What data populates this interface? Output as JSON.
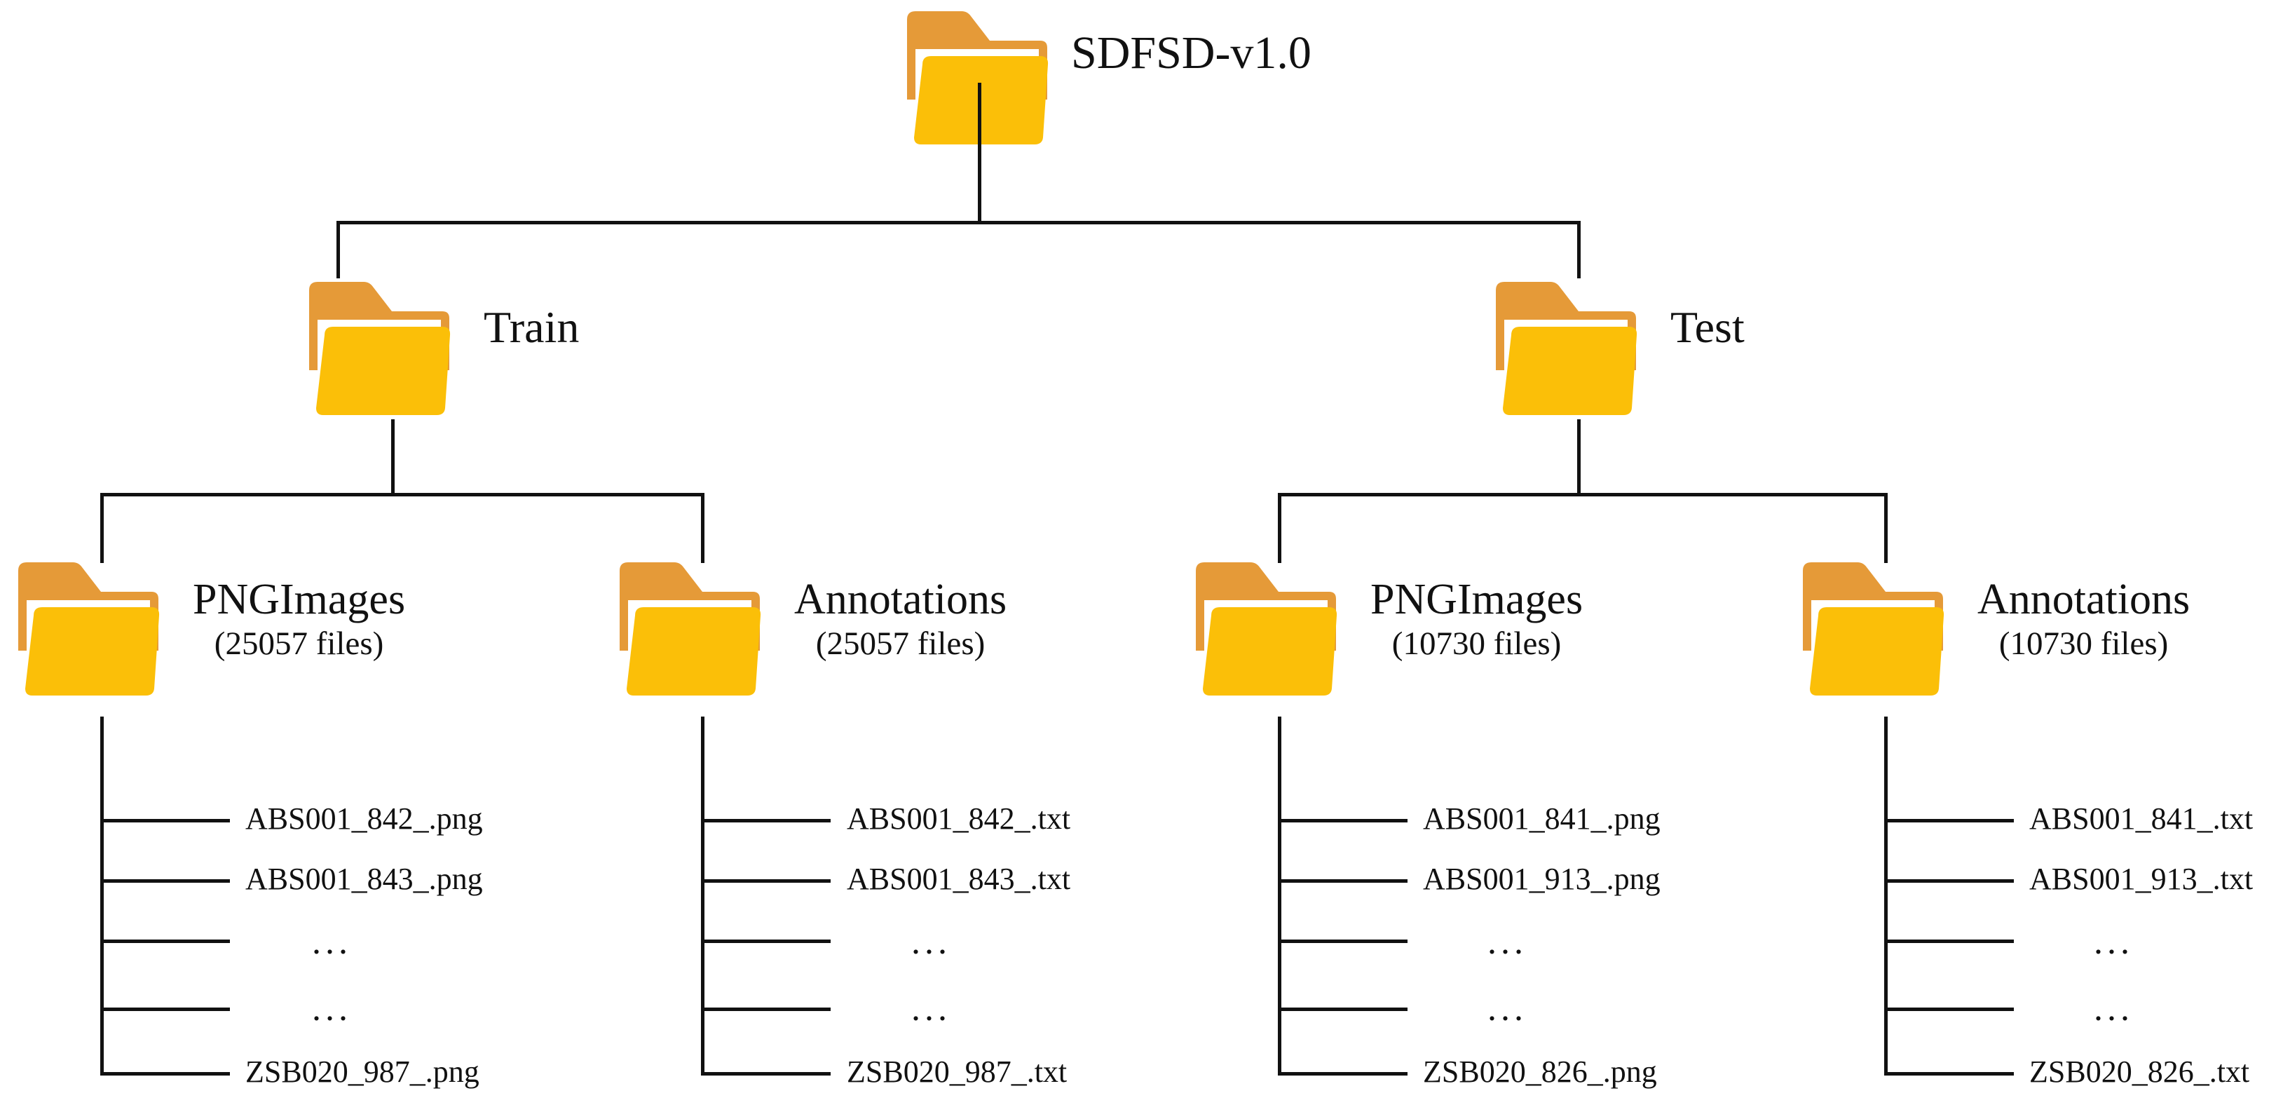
{
  "diagram": {
    "type": "directory-tree",
    "root": {
      "label": "SDFSD-v1.0",
      "icon": "folder-icon"
    },
    "splits": [
      {
        "label": "Train",
        "icon": "folder-icon",
        "children": [
          {
            "label": "PNGImages",
            "count": "(25057 files)",
            "icon": "folder-icon",
            "files": [
              "ABS001_842_.png",
              "ABS001_843_.png",
              "...",
              "...",
              "ZSB020_987_.png"
            ]
          },
          {
            "label": "Annotations",
            "count": "(25057 files)",
            "icon": "folder-icon",
            "files": [
              "ABS001_842_.txt",
              "ABS001_843_.txt",
              "...",
              "...",
              "ZSB020_987_.txt"
            ]
          }
        ]
      },
      {
        "label": "Test",
        "icon": "folder-icon",
        "children": [
          {
            "label": "PNGImages",
            "count": "(10730 files)",
            "icon": "folder-icon",
            "files": [
              "ABS001_841_.png",
              "ABS001_913_.png",
              "...",
              "...",
              "ZSB020_826_.png"
            ]
          },
          {
            "label": "Annotations",
            "count": "(10730 files)",
            "icon": "folder-icon",
            "files": [
              "ABS001_841_.txt",
              "ABS001_913_.txt",
              "...",
              "...",
              "ZSB020_826_.txt"
            ]
          }
        ]
      }
    ],
    "colors": {
      "folder_back": "#E59A38",
      "folder_front": "#FBBF08",
      "folder_sheet": "#FFFFFF",
      "line": "#111111",
      "text": "#111111",
      "background": "#FFFFFF"
    }
  }
}
